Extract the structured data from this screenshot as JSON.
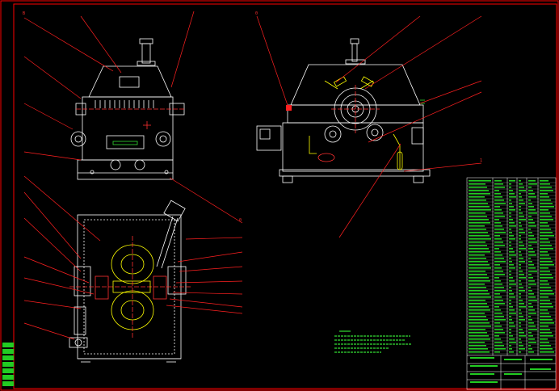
{
  "sheet": {
    "background": "#000000",
    "border_color": "#ff0000",
    "line_color": "#ffffff",
    "dimension_color": "#ff2020",
    "accent_color": "#ffff00",
    "text_color": "#22cc22"
  },
  "callouts": {
    "top_left_marker": "B",
    "gear_view_marker": "0",
    "side_view_marker": "0",
    "right_view_marker": "1"
  },
  "title_block": {
    "drawing_title": "",
    "sheet_scale": ""
  }
}
